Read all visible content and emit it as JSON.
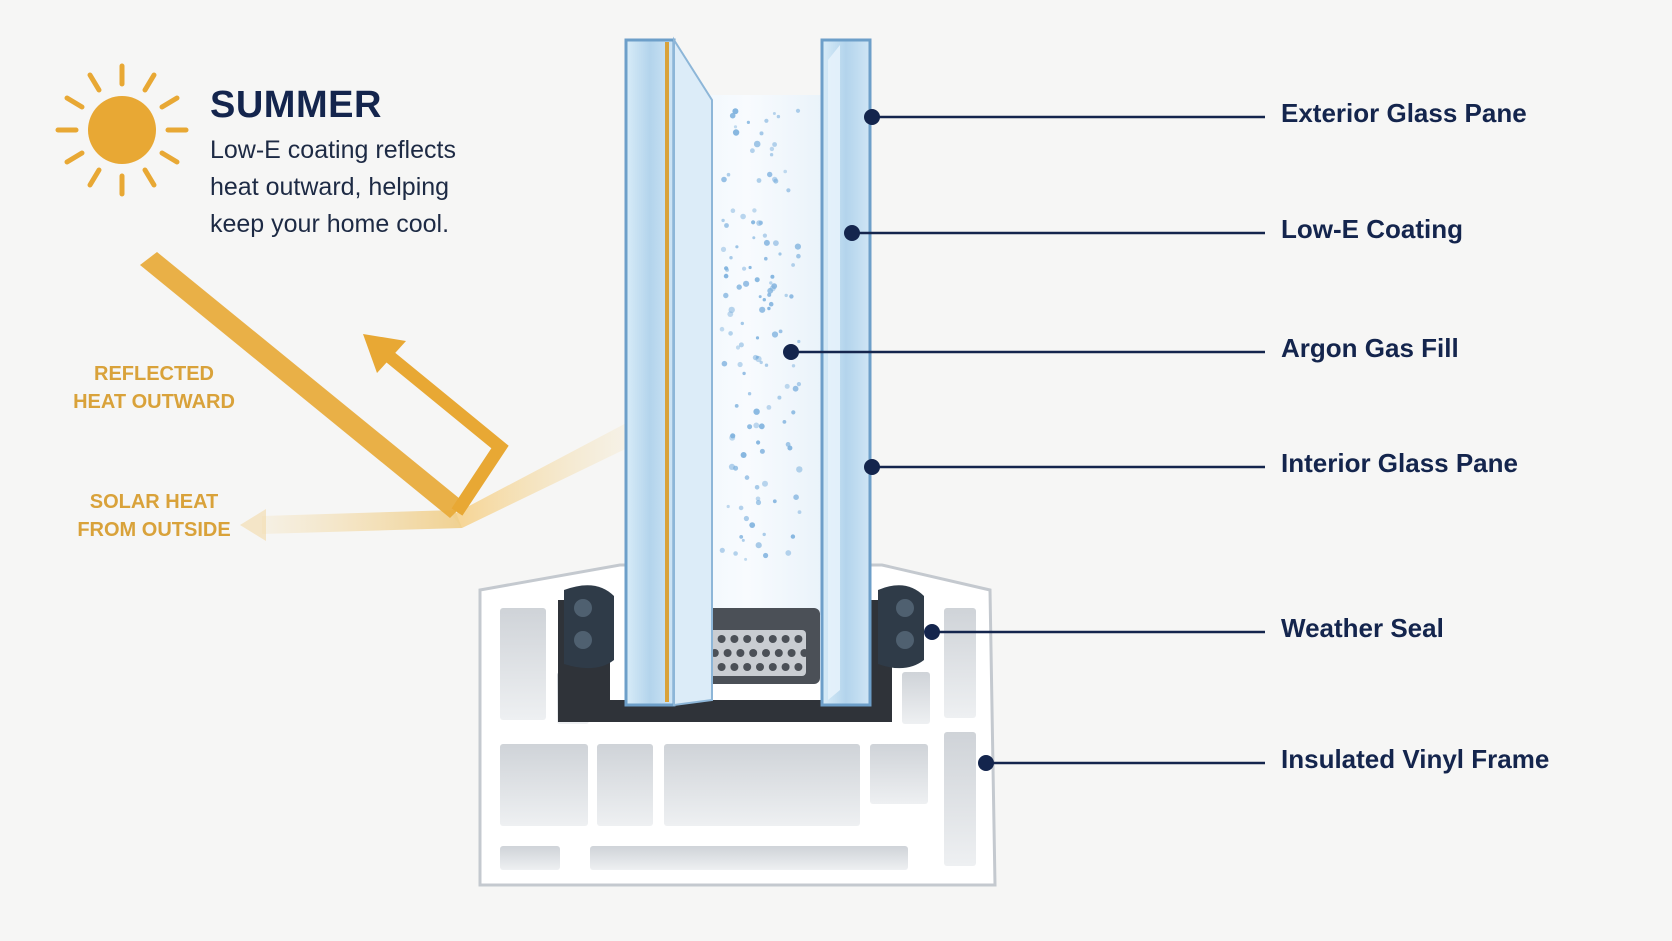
{
  "season": {
    "title": "SUMMER",
    "description": "Low-E coating reflects heat outward, helping keep your home cool."
  },
  "heat_labels": {
    "reflected": "REFLECTED\nHEAT OUTWARD",
    "solar": "SOLAR HEAT\nFROM OUTSIDE"
  },
  "callouts": [
    {
      "label": "Exterior Glass Pane"
    },
    {
      "label": "Low-E Coating"
    },
    {
      "label": "Argon Gas Fill"
    },
    {
      "label": "Interior Glass Pane"
    },
    {
      "label": "Weather Seal"
    },
    {
      "label": "Insulated Vinyl Frame"
    }
  ],
  "icons": [
    "sun-icon",
    "reflected-heat-arrow-icon",
    "solar-heat-arrow-icon"
  ],
  "colors": {
    "navy": "#14254d",
    "sun": "#e8a834",
    "heat": "#d9a23a",
    "glass": "#bcd9ee",
    "argon_dots": "#7fb2de",
    "frame": "#ffffff",
    "seal": "#2f3b48"
  }
}
